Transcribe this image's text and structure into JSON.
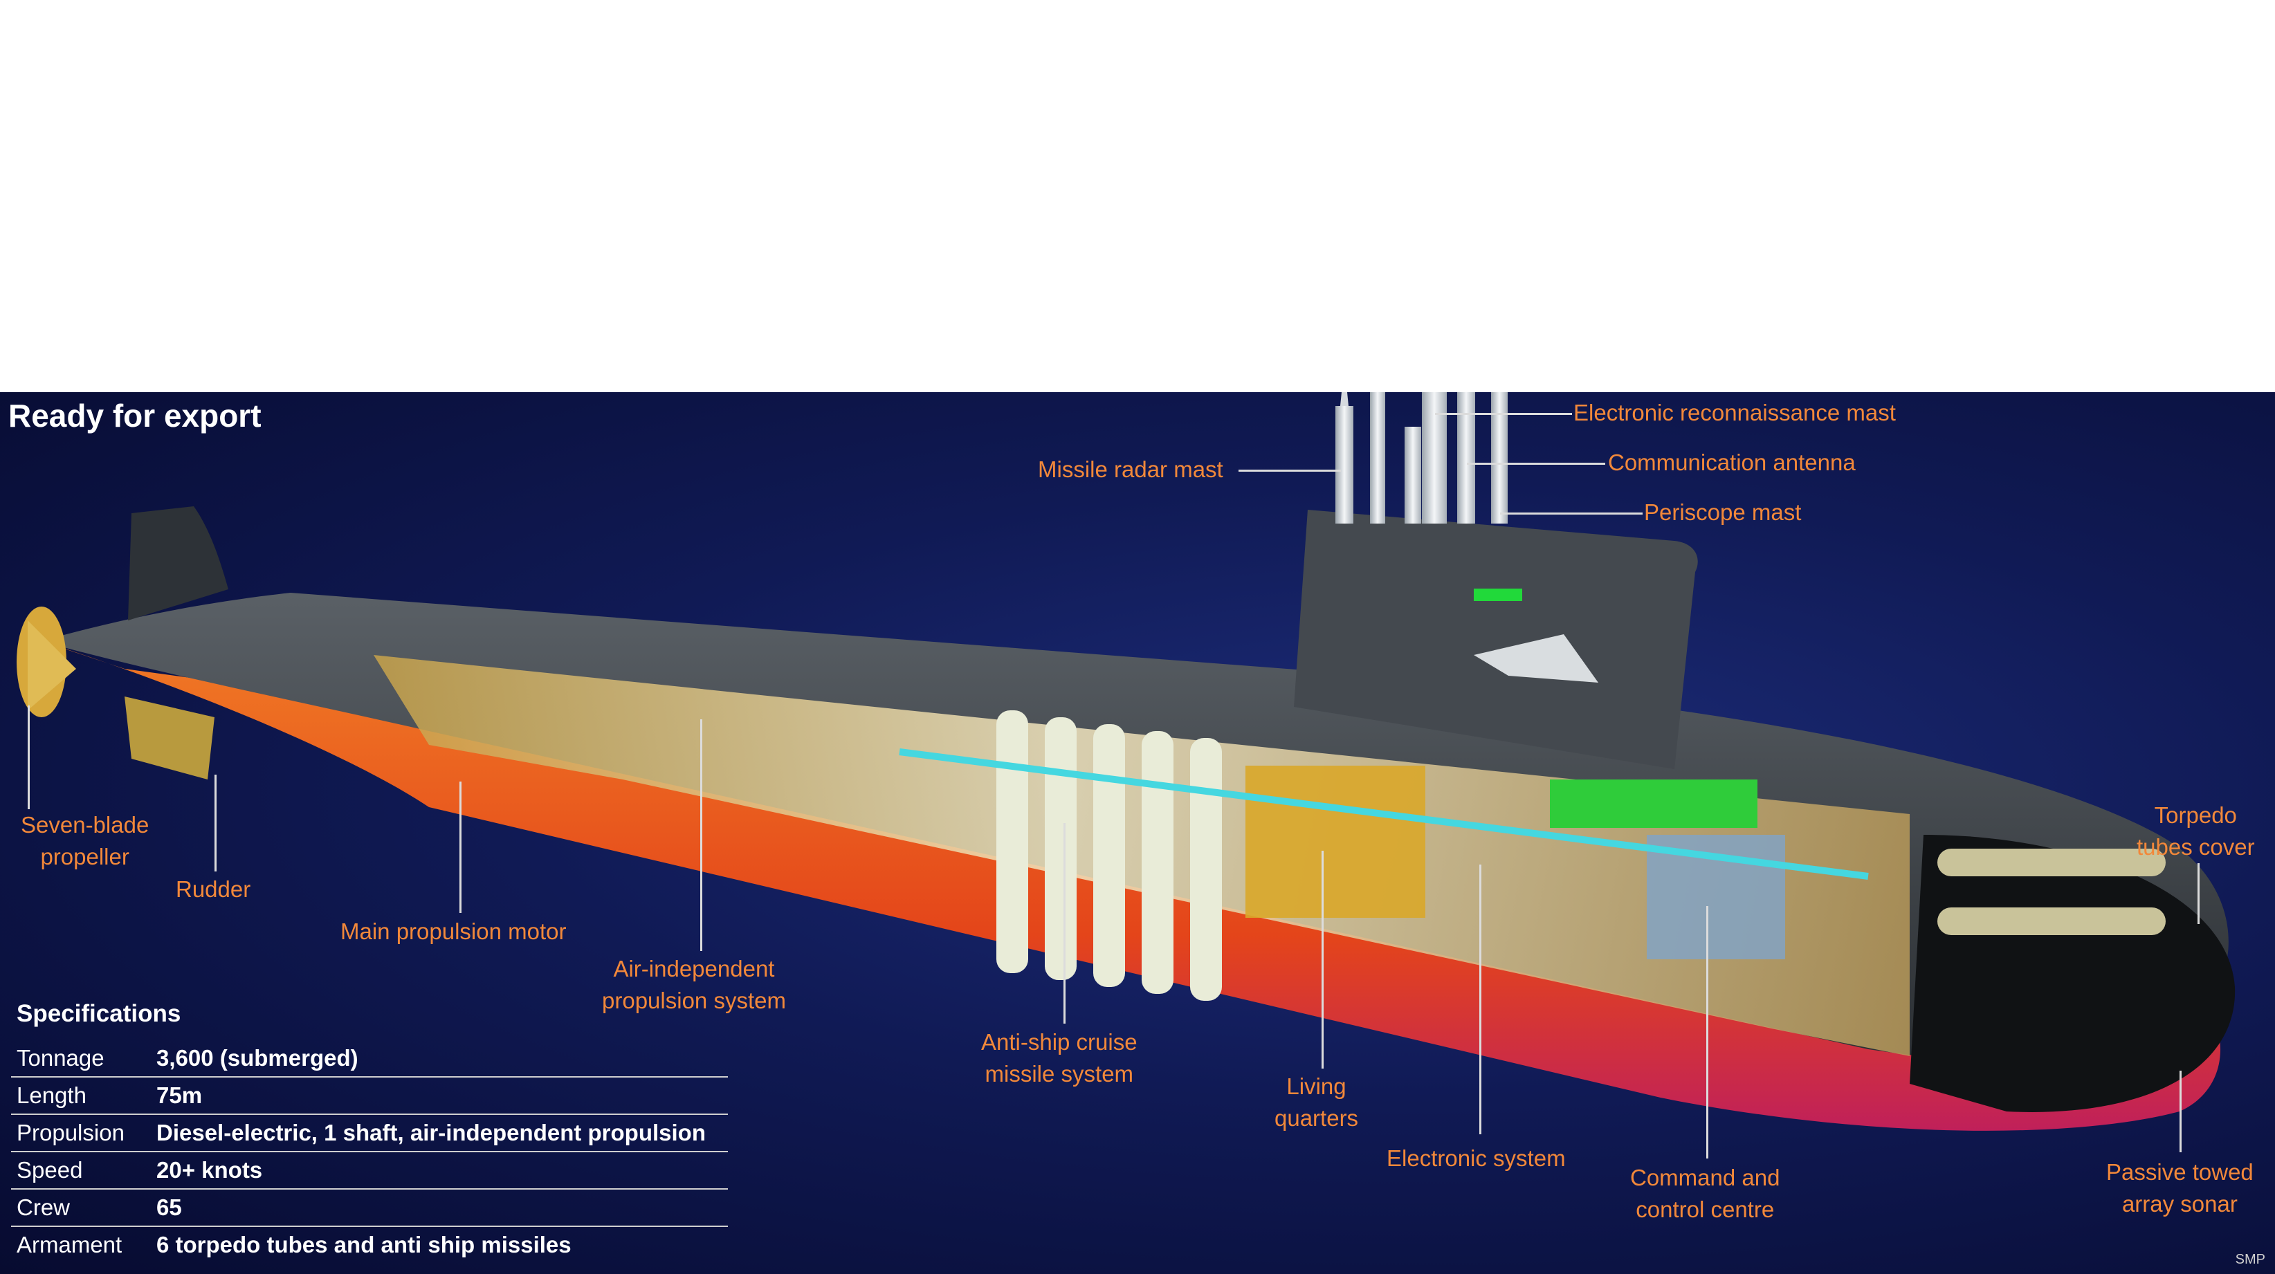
{
  "title": "Ready for export",
  "labels": {
    "missile_radar_mast": "Missile radar mast",
    "electronic_recon_mast": "Electronic reconnaissance mast",
    "communication_antenna": "Communication antenna",
    "periscope_mast": "Periscope mast",
    "seven_blade_propeller": "Seven-blade\npropeller",
    "rudder": "Rudder",
    "main_propulsion_motor": "Main propulsion motor",
    "aip_system": "Air-independent\npropulsion system",
    "anti_ship_missile": "Anti-ship cruise\nmissile system",
    "living_quarters": "Living\nquarters",
    "electronic_system": "Electronic system",
    "command_centre": "Command and\ncontrol centre",
    "torpedo_tubes_cover": "Torpedo\ntubes cover",
    "passive_towed_sonar": "Passive towed\narray sonar"
  },
  "specifications": {
    "heading": "Specifications",
    "rows": [
      {
        "key": "Tonnage",
        "value": "3,600 (submerged)"
      },
      {
        "key": "Length",
        "value": "75m"
      },
      {
        "key": "Propulsion",
        "value": "Diesel-electric, 1 shaft, air-independent propulsion"
      },
      {
        "key": "Speed",
        "value": "20+ knots"
      },
      {
        "key": "Crew",
        "value": "65"
      },
      {
        "key": "Armament",
        "value": "6 torpedo tubes and anti ship missiles"
      }
    ]
  },
  "credit": "SMP",
  "colors": {
    "label_orange": "#f2883a",
    "hull_dark": "#3a3f44",
    "hull_red": "#e8541a",
    "background_navy": "#101a55"
  }
}
